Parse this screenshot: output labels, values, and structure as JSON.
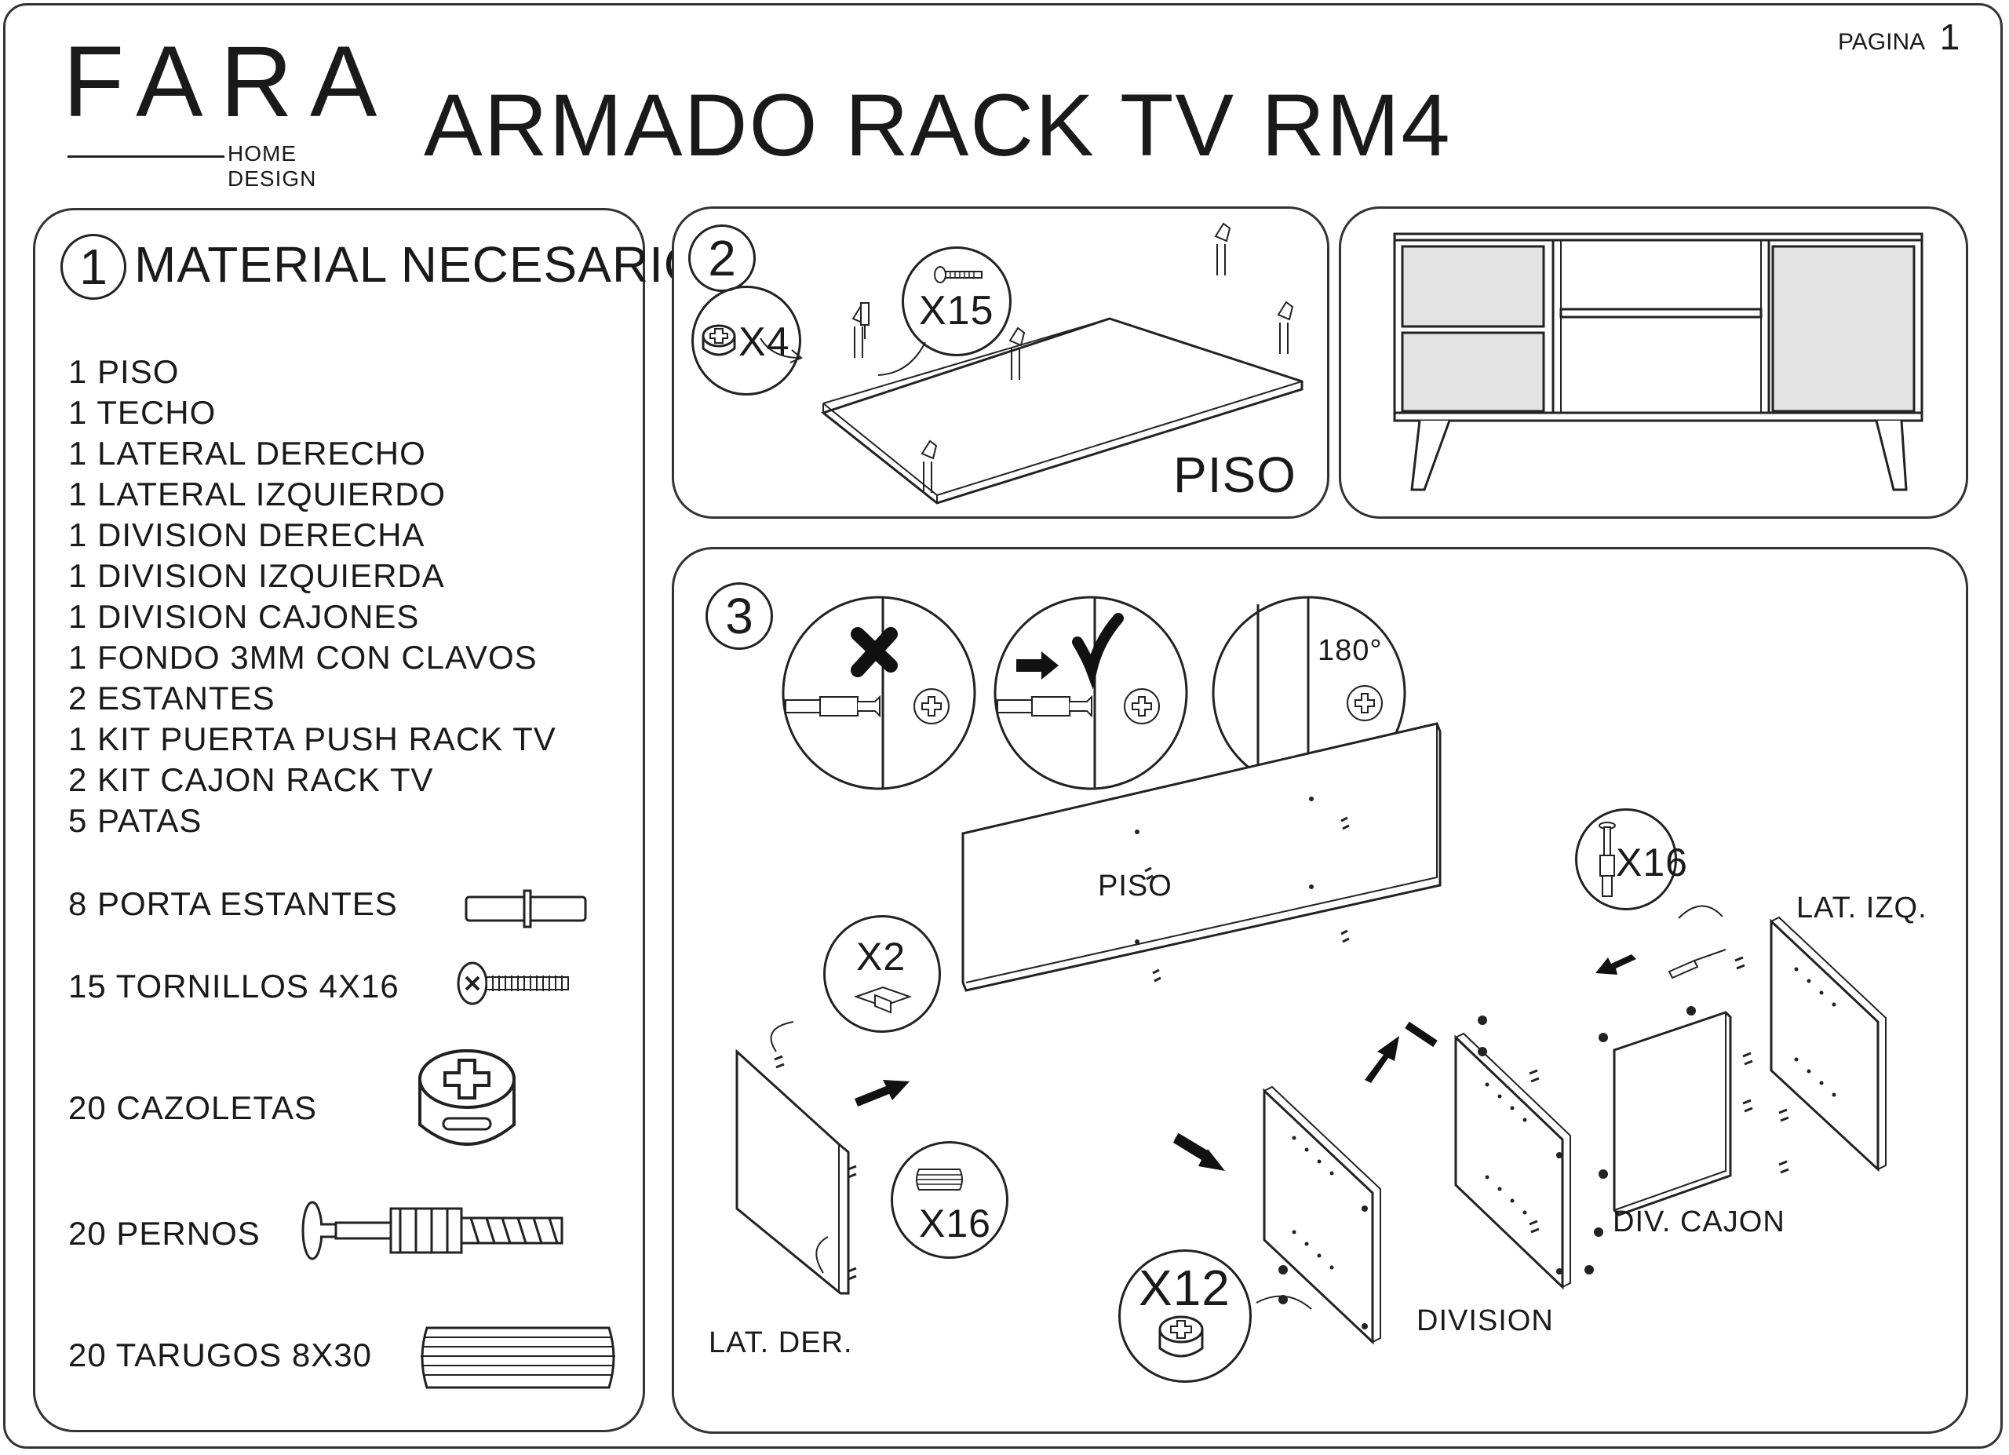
{
  "header": {
    "brand": "FARA",
    "brand_sub": "HOME DESIGN",
    "title": "ARMADO RACK TV RM4",
    "page_label": "PAGINA",
    "page_number": "1"
  },
  "step1": {
    "number": "1",
    "title": "MATERIAL NECESARIO",
    "parts": [
      "1 PISO",
      "1 TECHO",
      "1 LATERAL DERECHO",
      "1 LATERAL IZQUIERDO",
      "1 DIVISION DERECHA",
      "1 DIVISION IZQUIERDA",
      "1 DIVISION CAJONES",
      "1 FONDO 3MM CON CLAVOS",
      "2 ESTANTES",
      "1 KIT PUERTA PUSH RACK TV",
      "2 KIT CAJON RACK TV",
      "5 PATAS"
    ],
    "hardware": [
      {
        "label": "8 PORTA ESTANTES",
        "icon": "shelf-support-icon"
      },
      {
        "label": "15 TORNILLOS 4X16",
        "icon": "screw-icon"
      },
      {
        "label": "20 CAZOLETAS",
        "icon": "cam-lock-icon"
      },
      {
        "label": "20  PERNOS",
        "icon": "cam-bolt-icon"
      },
      {
        "label": "20 TARUGOS 8X30",
        "icon": "dowel-icon"
      }
    ]
  },
  "step2": {
    "number": "2",
    "qty_cam": "X4",
    "qty_screw": "X15",
    "part_label": "PISO"
  },
  "step3": {
    "number": "3",
    "angle": "180°",
    "piso_label": "PISO",
    "qty_bracket": "X2",
    "qty_bolt": "X16",
    "qty_dowel": "X16",
    "qty_cam": "X12",
    "lat_izq": "LAT. IZQ.",
    "lat_der": "LAT. DER.",
    "div_cajon": "DIV. CAJON",
    "division": "DIVISION"
  }
}
